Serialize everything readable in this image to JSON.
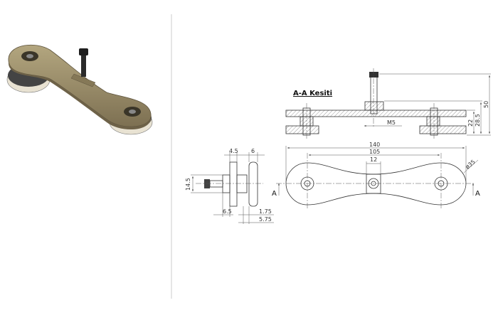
{
  "colors": {
    "bronze": "#9a8c6a",
    "bronze_dark": "#6e6248",
    "line": "#333333",
    "divider": "#cccccc"
  },
  "section": {
    "title": "A-A Kesiti",
    "thread": "M5",
    "dims": {
      "height_22": "22",
      "height_28_5": "28.5",
      "height_50": "50"
    }
  },
  "plan": {
    "dims": {
      "length": "140",
      "center_distance": "105",
      "center_width": "12",
      "diameter": "ø35"
    },
    "section_mark": "A"
  },
  "side": {
    "dims": {
      "top_a": "4.5",
      "top_b": "6",
      "height": "14.5",
      "bottom_a": "6.5",
      "bottom_b": "1.75",
      "bottom_c": "5.75"
    }
  }
}
